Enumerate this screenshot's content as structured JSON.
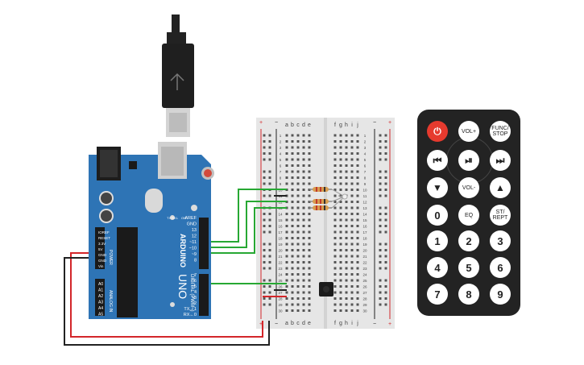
{
  "arduino": {
    "logo": "ARDUINO",
    "model": "UNO",
    "digital_label": "DIGITAL (PWM~)",
    "power_label": "POWER",
    "analog_label": "ANALOG IN",
    "top_pins": [
      "AREF",
      "GND",
      "13",
      "12",
      "~11",
      "~10",
      "~9",
      "8"
    ],
    "mid_pins": [
      "7",
      "~6",
      "~5",
      "4",
      "~3",
      "2",
      "TX→1",
      "RX←0"
    ],
    "power_pins": [
      "IOREF",
      "RESET",
      "3.3V",
      "5V",
      "GND",
      "GND",
      "Vin"
    ],
    "analog_pins": [
      "A0",
      "A1",
      "A2",
      "A3",
      "A4",
      "A5"
    ],
    "led_labels": [
      "TX",
      "RX",
      "L",
      "ON"
    ]
  },
  "breadboard": {
    "col_letters_left": [
      "a",
      "b",
      "c",
      "d",
      "e"
    ],
    "col_letters_right": [
      "f",
      "g",
      "h",
      "i",
      "j"
    ],
    "rail_labels": [
      "+",
      "−",
      "−",
      "+"
    ],
    "row_numbers": [
      "1",
      "2",
      "3",
      "4",
      "5",
      "6",
      "7",
      "8",
      "9",
      "10",
      "11",
      "12",
      "13",
      "14",
      "15",
      "16",
      "17",
      "18",
      "19",
      "20",
      "21",
      "22",
      "23",
      "24",
      "25",
      "26",
      "27",
      "28",
      "29",
      "30"
    ]
  },
  "remote": {
    "buttons": [
      {
        "id": "power",
        "label": "⏻"
      },
      {
        "id": "vol-up",
        "label": "VOL+"
      },
      {
        "id": "func-stop",
        "label": "FUNC/\nSTOP"
      },
      {
        "id": "prev",
        "label": "⏮"
      },
      {
        "id": "play-pause",
        "label": "⏯"
      },
      {
        "id": "next",
        "label": "⏭"
      },
      {
        "id": "down",
        "label": "▼"
      },
      {
        "id": "vol-down",
        "label": "VOL-"
      },
      {
        "id": "up",
        "label": "▲"
      },
      {
        "id": "zero",
        "label": "0"
      },
      {
        "id": "eq",
        "label": "EQ"
      },
      {
        "id": "st-rept",
        "label": "ST/\nREPT"
      },
      {
        "id": "one",
        "label": "1"
      },
      {
        "id": "two",
        "label": "2"
      },
      {
        "id": "three",
        "label": "3"
      },
      {
        "id": "four",
        "label": "4"
      },
      {
        "id": "five",
        "label": "5"
      },
      {
        "id": "six",
        "label": "6"
      },
      {
        "id": "seven",
        "label": "7"
      },
      {
        "id": "eight",
        "label": "8"
      },
      {
        "id": "nine",
        "label": "9"
      }
    ]
  },
  "colors": {
    "board_blue": "#2e74b5",
    "wire_green": "#27a833",
    "wire_red": "#d3262a",
    "wire_black": "#222222",
    "breadboard": "#e6e6e6",
    "remote_body": "#232323",
    "power_red": "#e63a2e"
  },
  "icons": [
    "usb-plug-icon",
    "power-icon",
    "prev-track-icon",
    "play-pause-icon",
    "next-track-icon",
    "arrow-down-icon",
    "arrow-up-icon"
  ]
}
